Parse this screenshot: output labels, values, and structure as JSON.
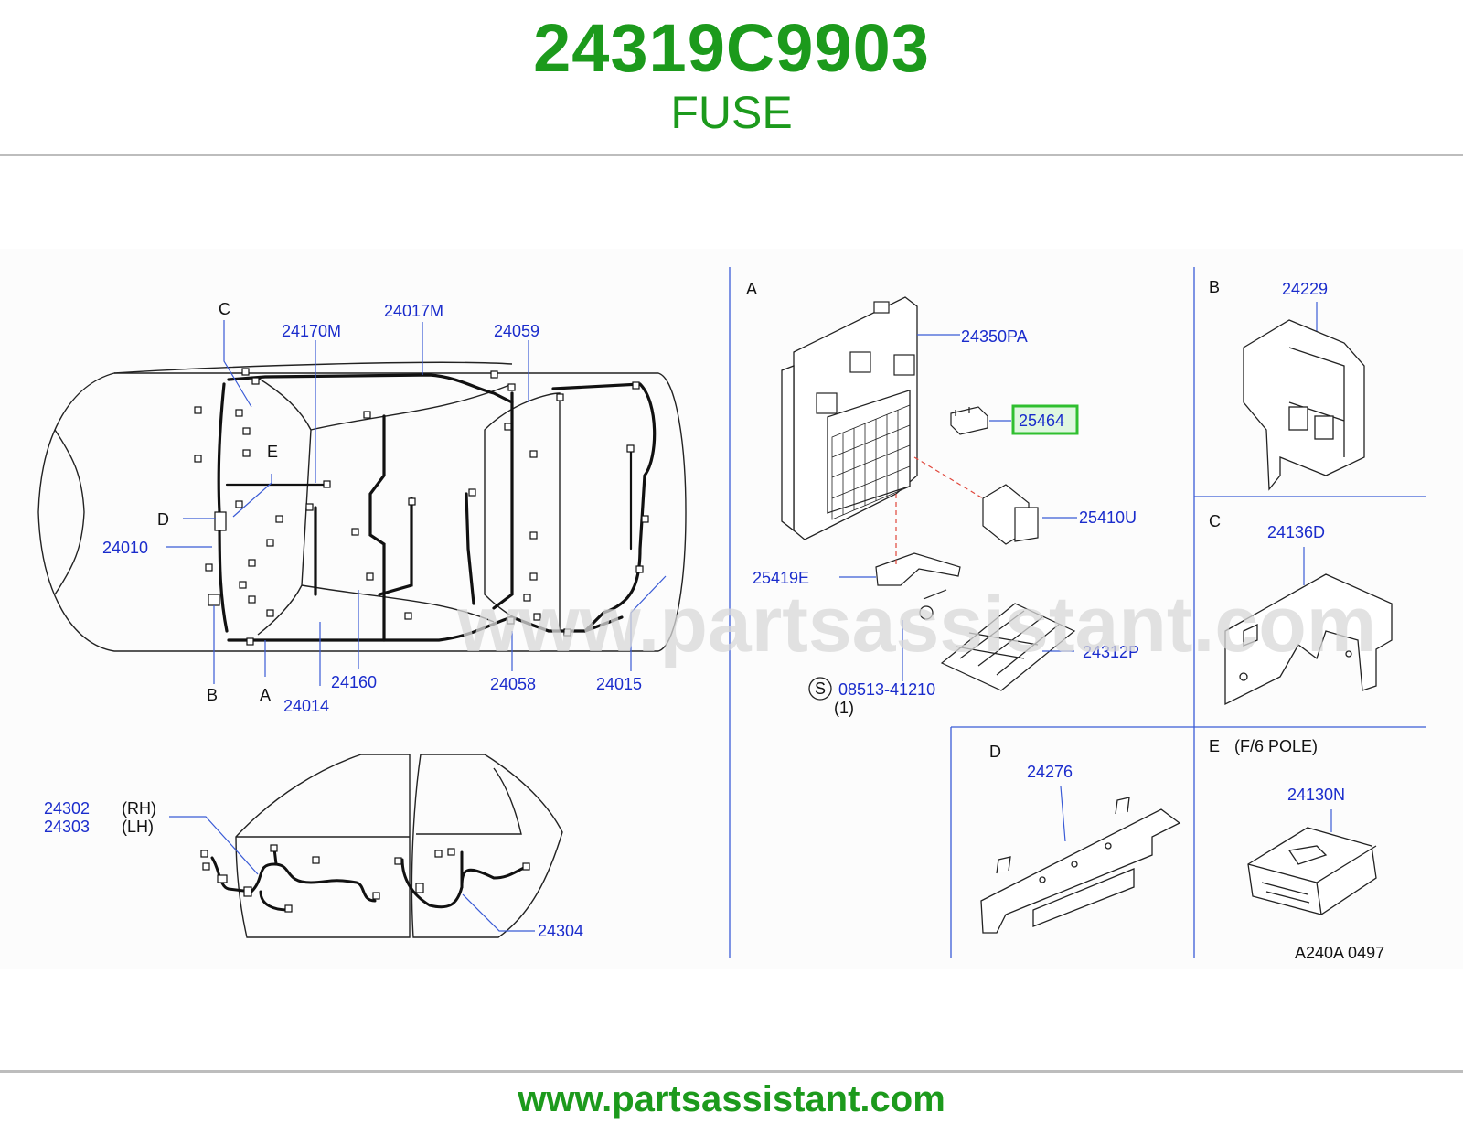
{
  "header": {
    "part_number": "24319C9903",
    "part_name": "FUSE"
  },
  "watermark": "www.partsassistant.com",
  "footer": {
    "url": "www.partsassistant.com"
  },
  "colors": {
    "brand_green": "#1c9a1c",
    "label_blue": "#1a2ccc",
    "highlight_green": "#2fbf2f"
  },
  "diagram": {
    "car_labels": {
      "c": "C",
      "e": "E",
      "d": "D",
      "b": "B",
      "a": "A",
      "p24170m": "24170M",
      "p24017m": "24017M",
      "p24059": "24059",
      "p24010": "24010",
      "p24160": "24160",
      "p24014": "24014",
      "p24058": "24058",
      "p24015": "24015"
    },
    "door_labels": {
      "p24302": "24302",
      "rh": "(RH)",
      "p24303": "24303",
      "lh": "(LH)",
      "p24304": "24304"
    },
    "section_a": {
      "letter": "A",
      "p24350pa": "24350PA",
      "p25464": "25464",
      "p25410u": "25410U",
      "p25419e": "25419E",
      "p24312p": "24312P",
      "screw_symbol": "S",
      "p08513": "08513-41210",
      "qty": "(1)"
    },
    "section_b": {
      "letter": "B",
      "part": "24229"
    },
    "section_c": {
      "letter": "C",
      "part": "24136D"
    },
    "section_d": {
      "letter": "D",
      "part": "24276"
    },
    "section_e": {
      "letter": "E",
      "note": "(F/6   POLE)",
      "part": "24130N"
    },
    "ref_code": "A240A   0497"
  }
}
